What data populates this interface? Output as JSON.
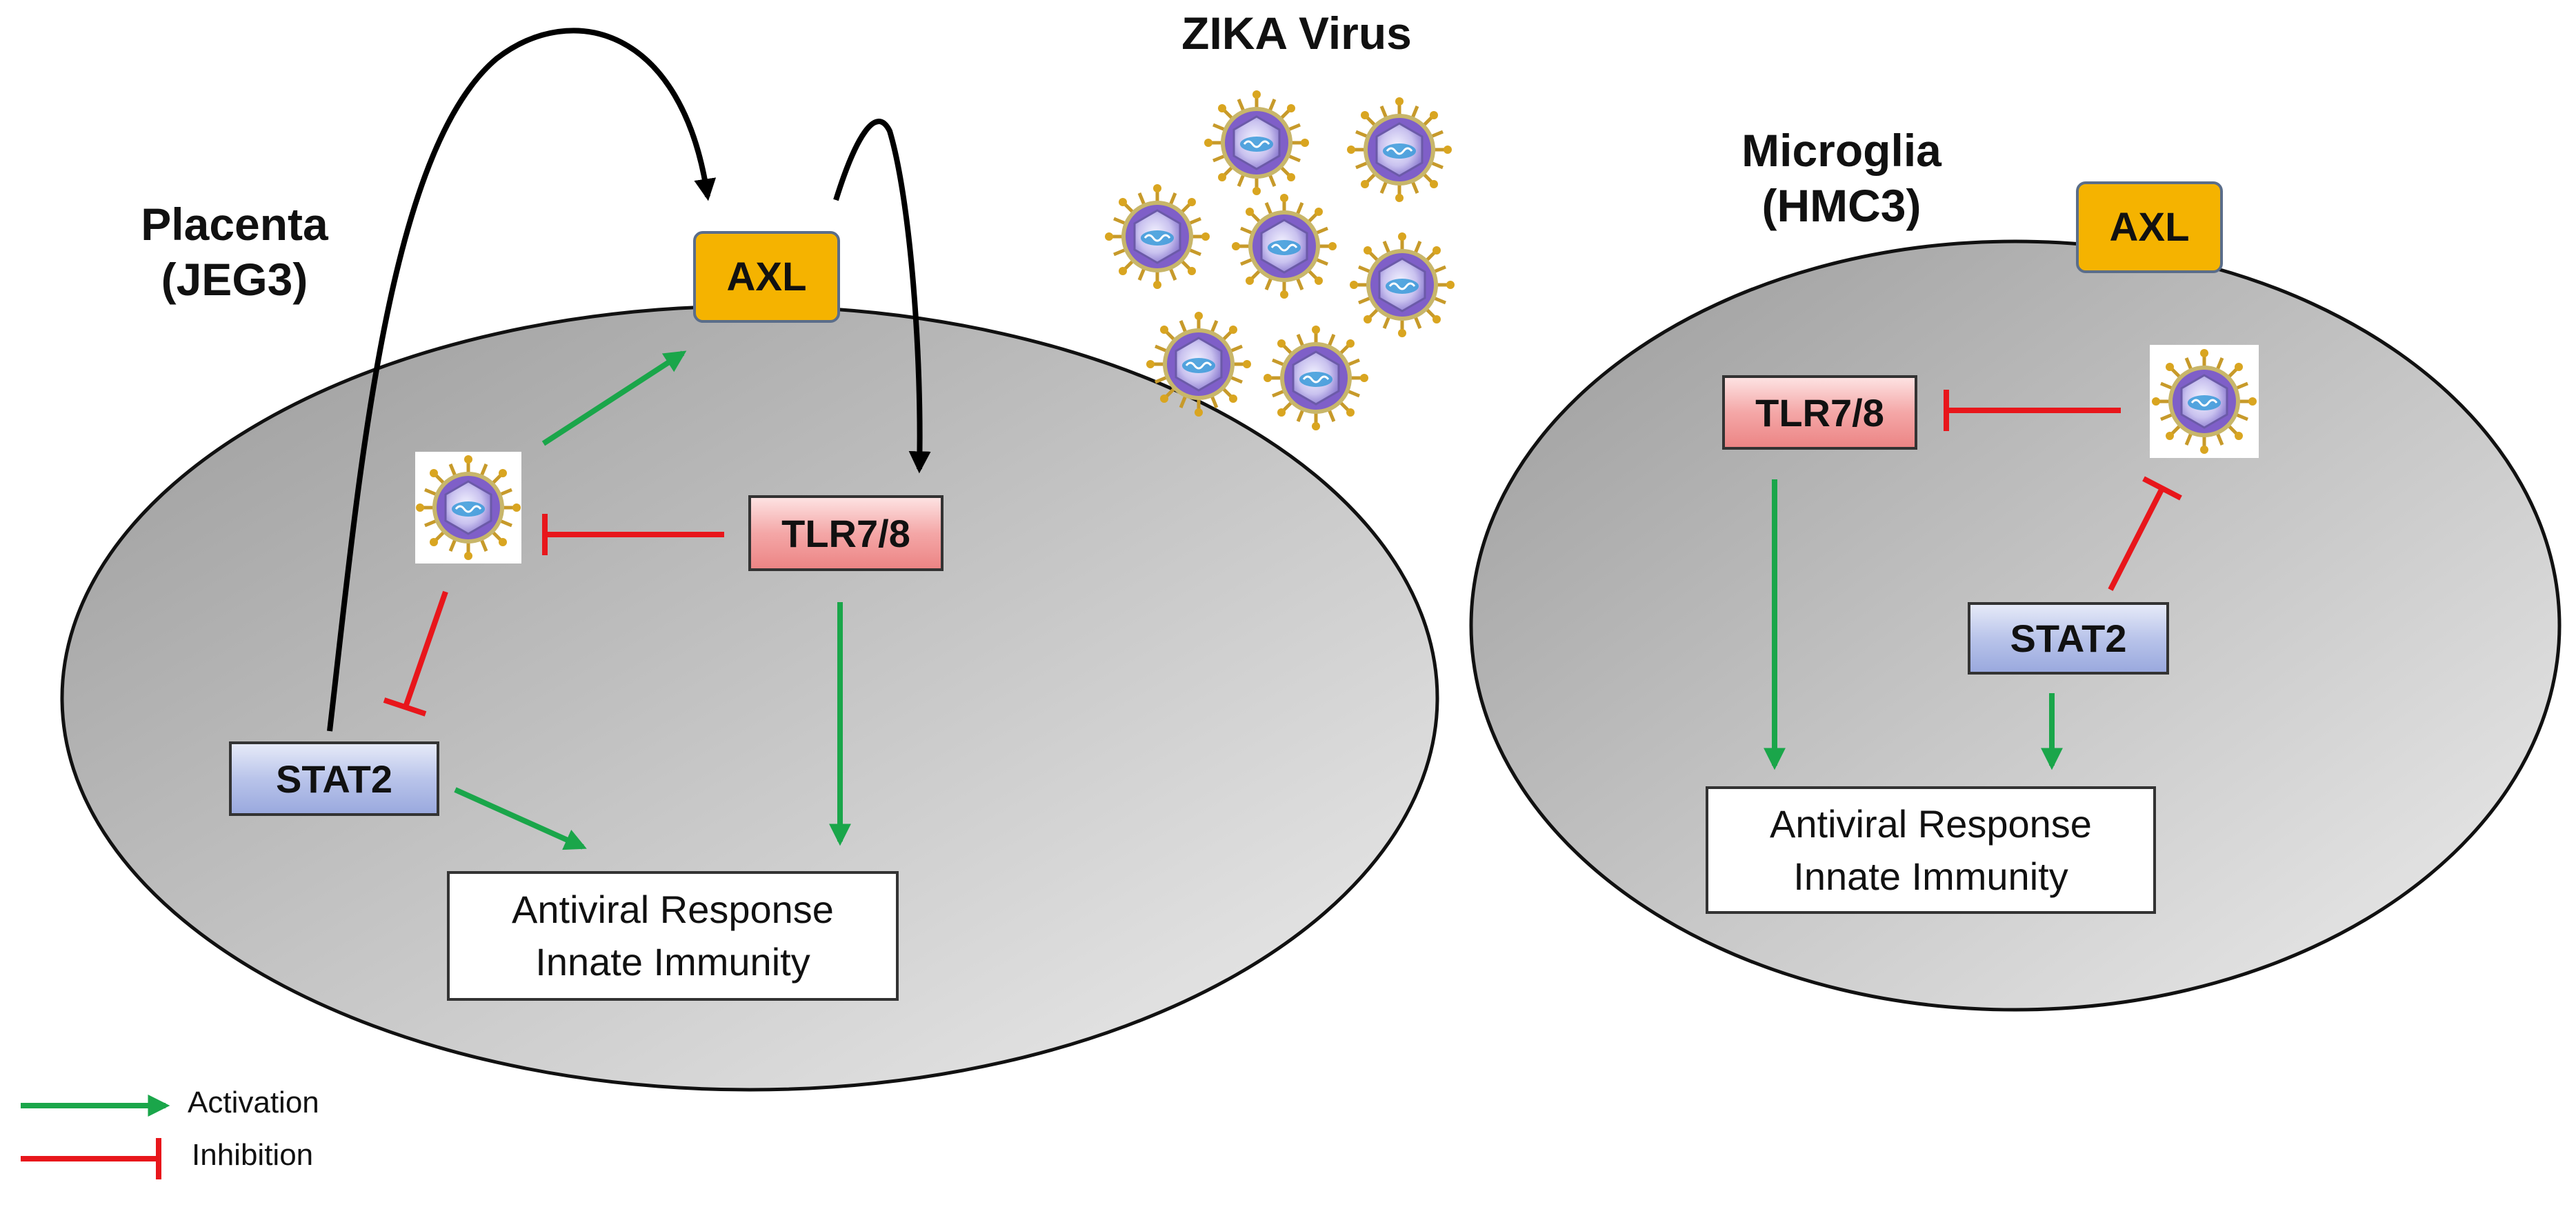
{
  "title": "ZIKA Virus",
  "left_cell": {
    "label_line1": "Placenta",
    "label_line2": "(JEG3)",
    "axl": "AXL",
    "tlr": "TLR7/8",
    "stat": "STAT2",
    "response_line1": "Antiviral Response",
    "response_line2": "Innate Immunity"
  },
  "right_cell": {
    "label_line1": "Microglia",
    "label_line2": "(HMC3)",
    "axl": "AXL",
    "tlr": "TLR7/8",
    "stat": "STAT2",
    "response_line1": "Antiviral Response",
    "response_line2": "Innate Immunity"
  },
  "legend": {
    "activation": "Activation",
    "inhibition": "Inhibition"
  },
  "colors": {
    "activation": "#1aa64a",
    "inhibition": "#e8161b",
    "axl_fill": "#f5b300",
    "cell_fill_dark": "#9a9a9a",
    "cell_fill_light": "#ececec"
  },
  "icons": {
    "virus": "zika-virion-icon"
  }
}
